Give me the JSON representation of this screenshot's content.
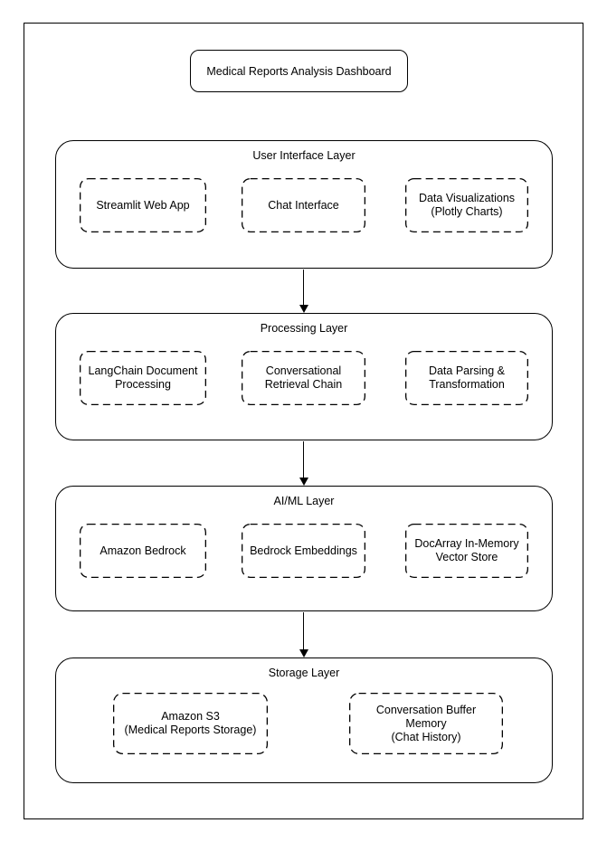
{
  "diagram": {
    "title": "Medical Reports Analysis Dashboard",
    "colors": {
      "stroke": "#000000",
      "background": "#ffffff"
    },
    "layers": [
      {
        "title": "User Interface Layer",
        "nodes": [
          {
            "label": "Streamlit Web App"
          },
          {
            "label": "Chat Interface"
          },
          {
            "label": "Data Visualizations\n(Plotly Charts)"
          }
        ]
      },
      {
        "title": "Processing Layer",
        "nodes": [
          {
            "label": "LangChain Document\nProcessing"
          },
          {
            "label": "Conversational\nRetrieval Chain"
          },
          {
            "label": "Data Parsing &\nTransformation"
          }
        ]
      },
      {
        "title": "AI/ML Layer",
        "nodes": [
          {
            "label": "Amazon Bedrock"
          },
          {
            "label": "Bedrock Embeddings"
          },
          {
            "label": "DocArray In-Memory\nVector Store"
          }
        ]
      },
      {
        "title": "Storage Layer",
        "nodes": [
          {
            "label": "Amazon S3\n(Medical Reports Storage)"
          },
          {
            "label": "Conversation Buffer Memory\n(Chat History)"
          }
        ]
      }
    ],
    "connections": [
      {
        "from": "User Interface Layer",
        "to": "Processing Layer"
      },
      {
        "from": "Processing Layer",
        "to": "AI/ML Layer"
      },
      {
        "from": "AI/ML Layer",
        "to": "Storage Layer"
      }
    ]
  }
}
